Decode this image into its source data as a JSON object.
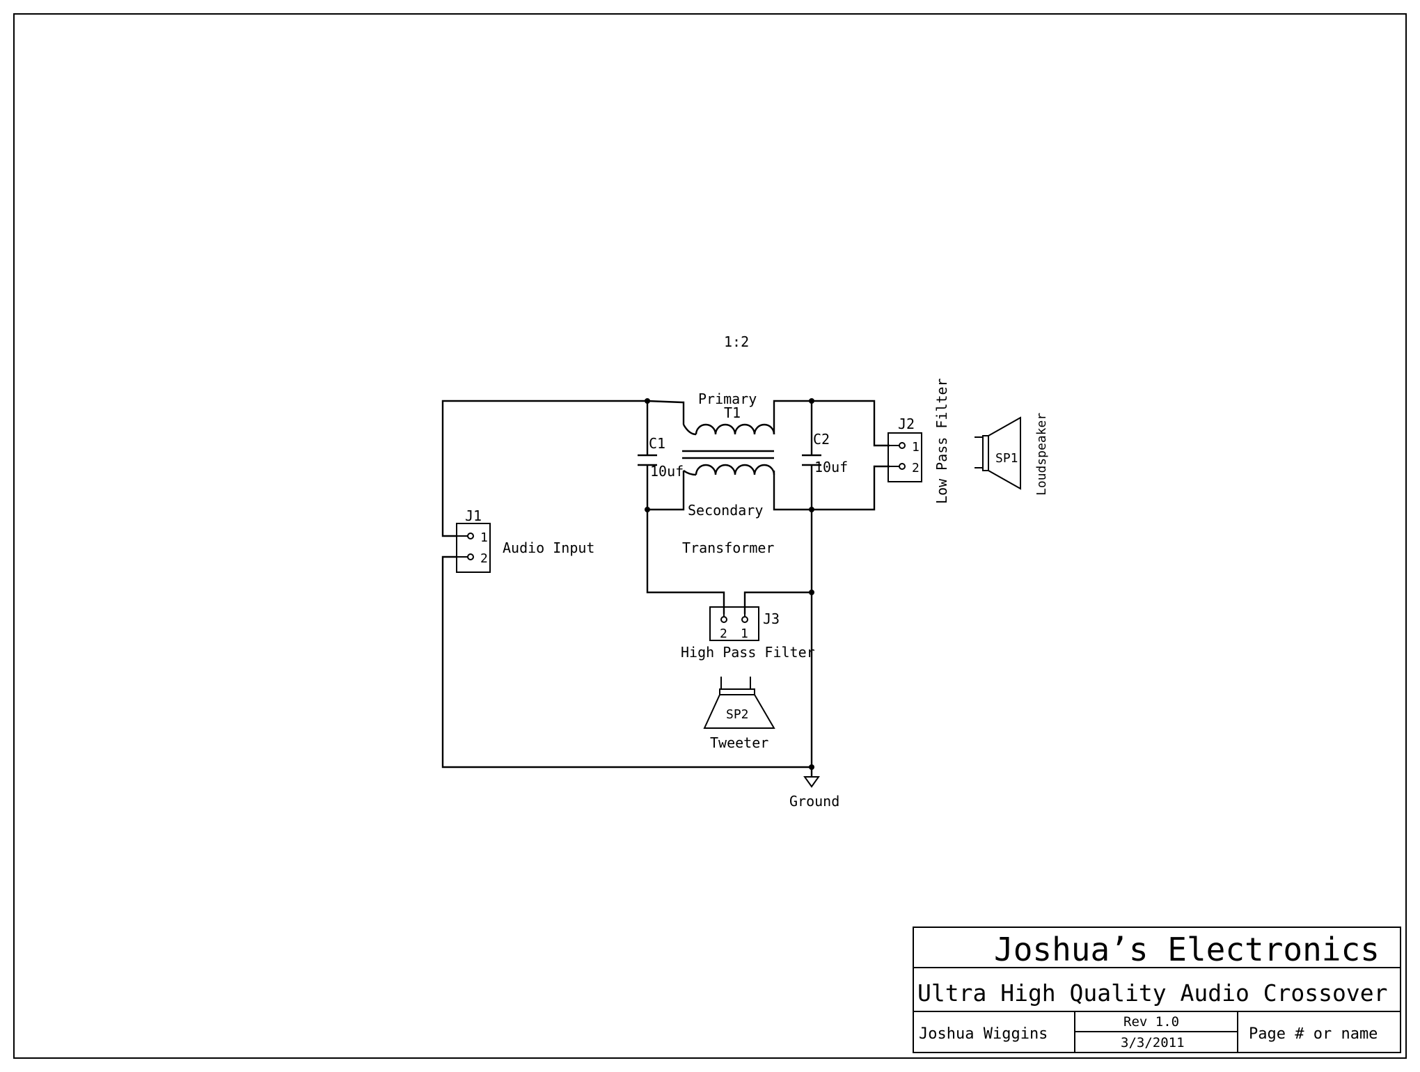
{
  "diagram": {
    "ratio_label": "1:2",
    "transformer": {
      "ref": "T1",
      "primary_label": "Primary",
      "secondary_label": "Secondary",
      "name": "Transformer"
    },
    "capacitors": [
      {
        "ref": "C1",
        "value": "10uf"
      },
      {
        "ref": "C2",
        "value": "10uf"
      }
    ],
    "connectors": {
      "j1": {
        "ref": "J1",
        "pins": [
          "1",
          "2"
        ],
        "label": "Audio Input"
      },
      "j2": {
        "ref": "J2",
        "pins": [
          "1",
          "2"
        ],
        "label": "Low Pass Filter"
      },
      "j3": {
        "ref": "J3",
        "pins": [
          "2",
          "1"
        ],
        "label": "High Pass Filter"
      }
    },
    "speakers": {
      "sp1": {
        "ref": "SP1",
        "label": "Loudspeaker"
      },
      "sp2": {
        "ref": "SP2",
        "label": "Tweeter"
      }
    },
    "ground_label": "Ground"
  },
  "title_block": {
    "company": "Joshua’s Electronics",
    "title": "Ultra High Quality Audio Crossover",
    "author": "Joshua Wiggins",
    "revision": "Rev 1.0",
    "date": "3/3/2011",
    "page": "Page # or name"
  }
}
